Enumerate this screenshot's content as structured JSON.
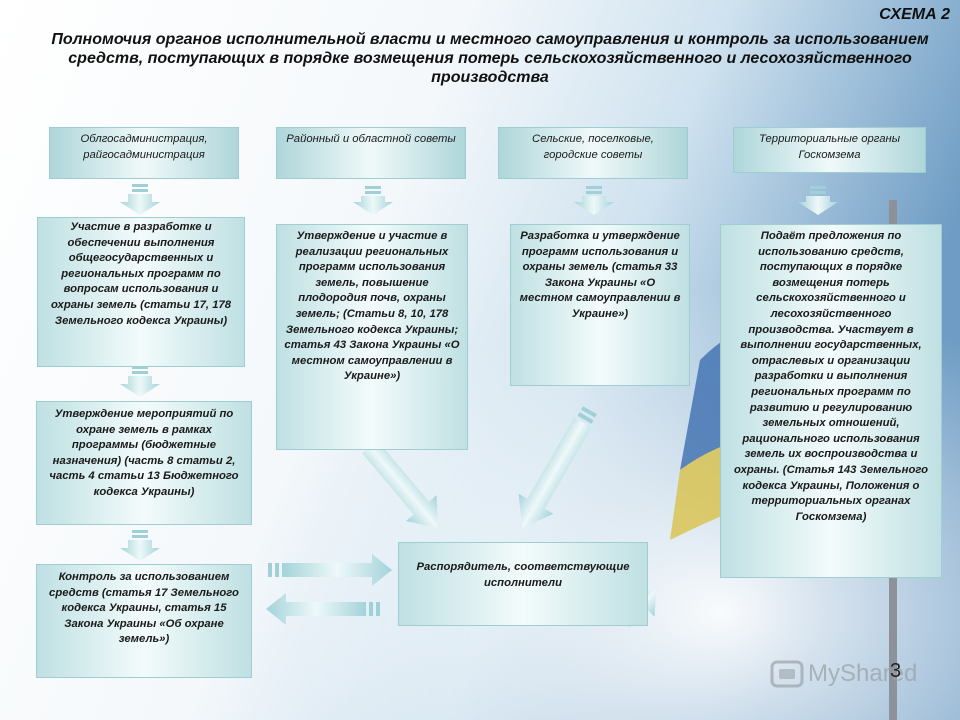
{
  "scheme_label": "СХЕМА 2",
  "title": "Полномочия органов исполнительной власти и местного самоуправления и контроль за использованием средств, поступающих в порядке возмещения потерь сельскохозяйственного и лесохозяйственного производства",
  "headers": {
    "h1": "Облгосадминистрация, райгосадминистрация",
    "h2": "Районный и областной советы",
    "h3": "Сельские, поселковые, городские советы",
    "h4": "Территориальные органы Госкомзема"
  },
  "boxes": {
    "c1a": "Участие в разработке и обеспечении выполнения общегосударственных и региональных программ по вопросам использования и охраны земель (статьи 17, 178 Земельного кодекса Украины)",
    "c1b": "Утверждение мероприятий по охране земель в рамках программы (бюджетные назначения) (часть 8 статьи 2, часть 4 статьи 13 Бюджетного кодекса Украины)",
    "c1c": "Контроль за использованием средств (статья 17 Земельного кодекса Украины, статья 15 Закона Украины «Об охране земель»)",
    "c2": "Утверждение и участие в реализации региональных программ использования земель, повышение плодородия почв, охраны земель; (Статьи 8, 10, 178 Земельного кодекса Украины; статья 43 Закона Украины «О местном самоуправлении в Украине»)",
    "c3": "Разработка и утверждение программ использования и охраны земель (статья 33 Закона Украины «О местном самоуправлении в Украине»)",
    "c4": "Подаёт предложения по использованию средств, поступающих в порядке возмещения потерь сельскохозяйственного и лесохозяйственного производства. Участвует в выполнении государственных, отраслевых и организации разработки и выполнения региональных программ по развитию и регулированию земельных отношений, рационального использования земель их воспроизводства и охраны. (Статья 143 Земельного кодекса Украины, Положения о территориальных органах Госкомзема)",
    "center": "Распорядитель, соответствующие исполнители"
  },
  "watermark": "MyShared",
  "page_number": "3"
}
